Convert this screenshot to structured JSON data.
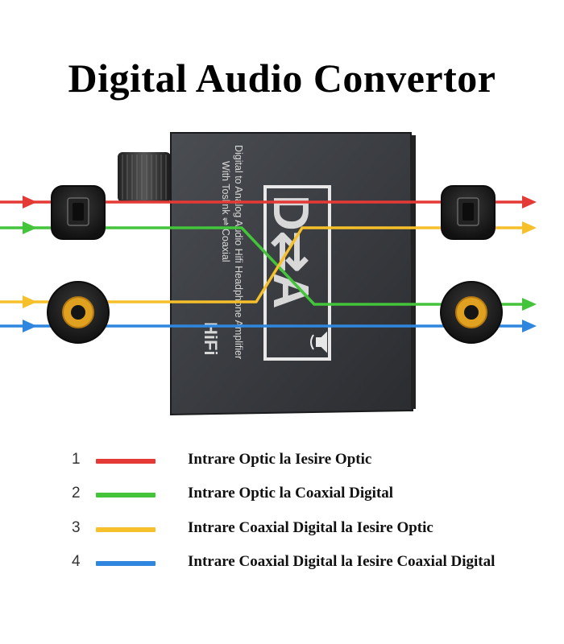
{
  "title": "Digital Audio Convertor",
  "device": {
    "label_line1": "Digital to Analog Audio Hifi Headphone Amplifier",
    "label_line2": "With Toslink ⇌ Coaxial",
    "hifi": "HiFi",
    "logo": "D⇄A"
  },
  "colors": {
    "red": "#e53935",
    "green": "#43c43a",
    "yellow": "#f5c02a",
    "blue": "#2e86de"
  },
  "legend": [
    {
      "number": "1",
      "color": "#e53935",
      "text": "Intrare Optic la Iesire Optic"
    },
    {
      "number": "2",
      "color": "#43c43a",
      "text": "Intrare Optic la Coaxial Digital"
    },
    {
      "number": "3",
      "color": "#f5c02a",
      "text": "Intrare Coaxial Digital la Iesire Optic"
    },
    {
      "number": "4",
      "color": "#2e86de",
      "text": "Intrare Coaxial Digital la Iesire Coaxial Digital"
    }
  ]
}
